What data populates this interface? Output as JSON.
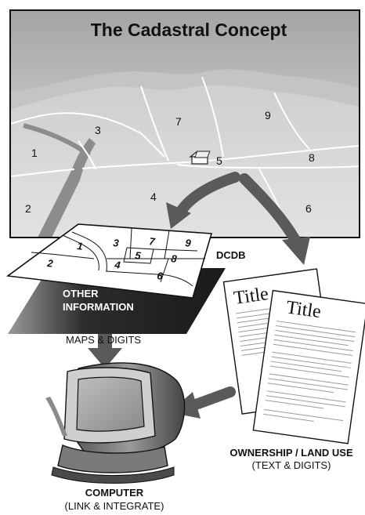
{
  "title": "The Cadastral Concept",
  "landscape_parcels": [
    "1",
    "2",
    "3",
    "4",
    "5",
    "6",
    "7",
    "8",
    "9"
  ],
  "map_parcels": [
    "1",
    "2",
    "3",
    "4",
    "5",
    "6",
    "7",
    "8",
    "9"
  ],
  "labels": {
    "dcdb": "DCDB",
    "other_line1": "OTHER",
    "other_line2": "INFORMATION",
    "maps_digits": "MAPS & DIGITS",
    "ownership_line1": "OWNERSHIP / LAND USE",
    "ownership_line2": "(TEXT & DIGITS)",
    "computer_line1": "COMPUTER",
    "computer_line2": "(LINK & INTEGRATE)"
  },
  "documents": {
    "back_title": "Title",
    "front_title": "Title"
  },
  "colors": {
    "sky_top": "#a8a8a8",
    "sky_bottom": "#e6e6e6",
    "land": "#dcdcdc",
    "arrow": "#5a5a5a",
    "ink": "#111111"
  }
}
